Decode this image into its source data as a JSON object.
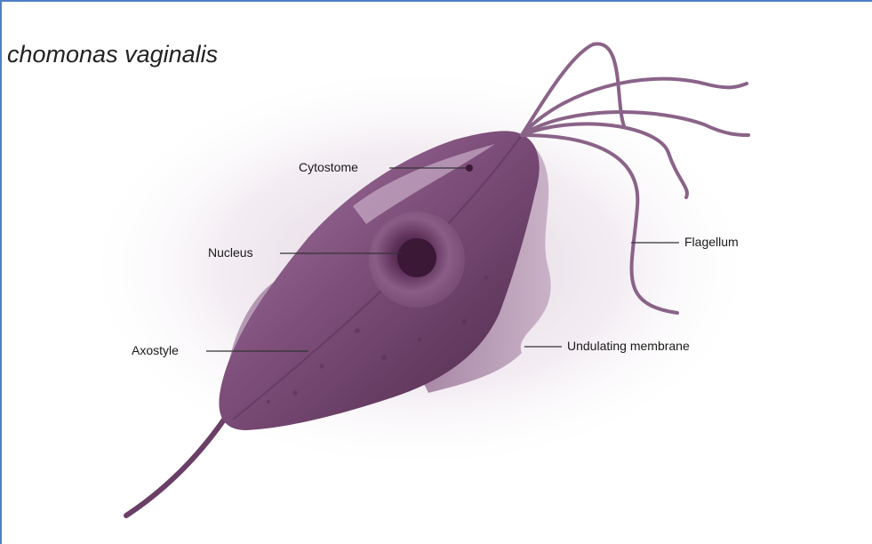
{
  "figure": {
    "title": "chomonas vaginalis",
    "labels": {
      "cytostome": "Cytostome",
      "nucleus": "Nucleus",
      "flagellum": "Flagellum",
      "axostyle": "Axostyle",
      "undulating_membrane": "Undulating membrane"
    }
  },
  "colors": {
    "body": "#7d4e7a",
    "body_dark": "#4b2748",
    "nucleus": "#5d2f59",
    "frame_border": "#4f7fc4"
  }
}
